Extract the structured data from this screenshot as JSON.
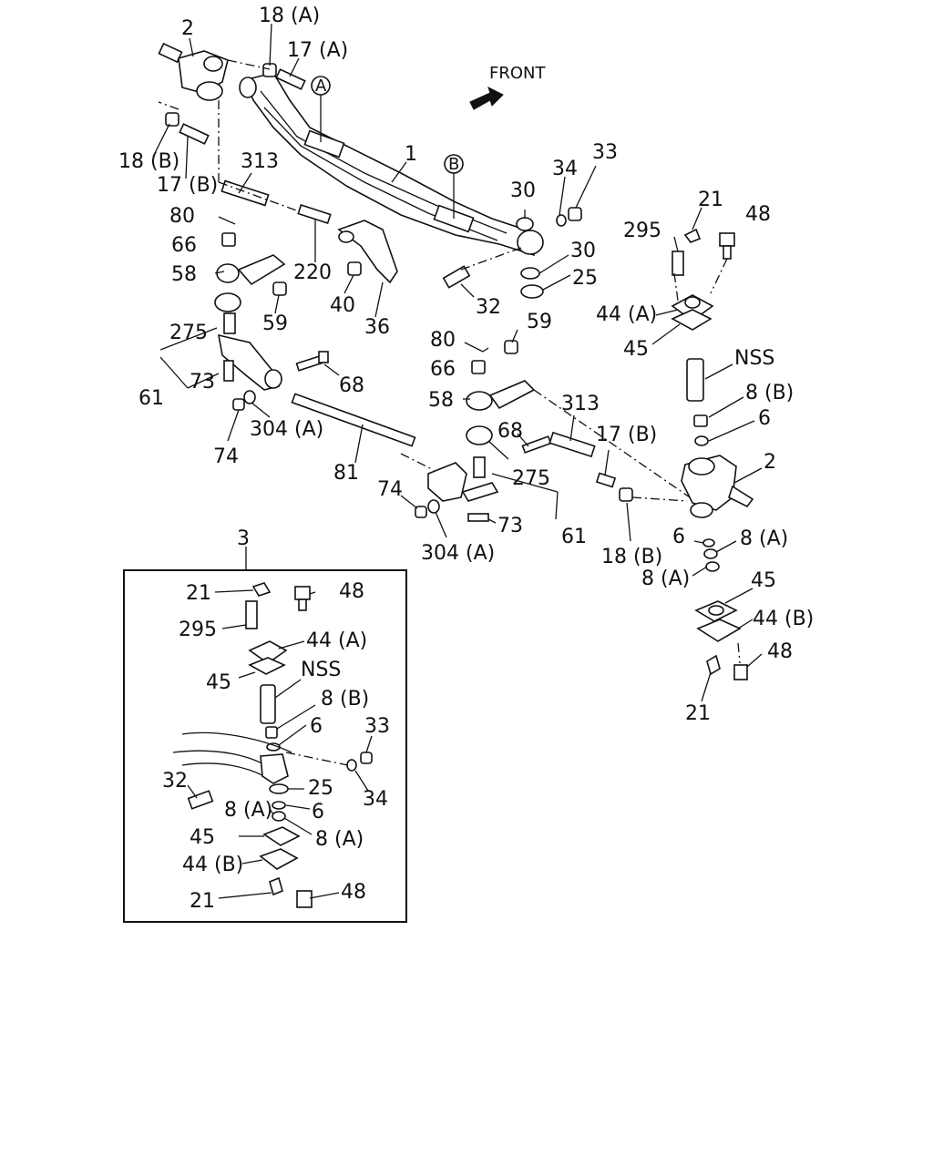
{
  "front_label": "FRONT",
  "ref_marks": {
    "a": "A",
    "b": "B"
  },
  "inset_number": "3",
  "labels": {
    "p2_top": "2",
    "p18a": "18 (A)",
    "p17a": "17 (A)",
    "p18b_top": "18 (B)",
    "p17b_top": "17 (B)",
    "p313_top": "313",
    "p1": "1",
    "p80_top": "80",
    "p66_top": "66",
    "p58_top": "58",
    "p220": "220",
    "p40": "40",
    "p36": "36",
    "p59_top": "59",
    "p275_left": "275",
    "p61_left": "61",
    "p73_left": "73",
    "p68_left": "68",
    "p74_left": "74",
    "p304a_left": "304 (A)",
    "p81": "81",
    "p30_top": "30",
    "p34_top": "34",
    "p33_top": "33",
    "p30_mid": "30",
    "p25_top": "25",
    "p32_top": "32",
    "p21_r1": "21",
    "p48_r1": "48",
    "p295_r": "295",
    "p44a_r": "44 (A)",
    "p45_r1": "45",
    "nss_r": "NSS",
    "p8b_r": "8 (B)",
    "p6_r1": "6",
    "p2_right": "2",
    "p80_mid": "80",
    "p59_mid": "59",
    "p66_mid": "66",
    "p58_mid": "58",
    "p313_mid": "313",
    "p68_mid": "68",
    "p17b_mid": "17 (B)",
    "p275_mid": "275",
    "p18b_mid": "18 (B)",
    "p74_mid": "74",
    "p73_mid": "73",
    "p61_mid": "61",
    "p304a_mid": "304 (A)",
    "p6_r2": "6",
    "p8a_r1": "8 (A)",
    "p8a_r2": "8 (A)",
    "p45_r2": "45",
    "p44b_r": "44 (B)",
    "p48_r2": "48",
    "p21_r2": "21",
    "i21_top": "21",
    "i48_top": "48",
    "i295": "295",
    "i44a": "44 (A)",
    "i45_top": "45",
    "i_nss": "NSS",
    "i8b": "8 (B)",
    "i6_top": "6",
    "i33": "33",
    "i32": "32",
    "i25": "25",
    "i34": "34",
    "i8a_l": "8 (A)",
    "i6_mid": "6",
    "i45_bot": "45",
    "i8a_r": "8 (A)",
    "i44b": "44 (B)",
    "i21_bot": "21",
    "i48_bot": "48"
  }
}
